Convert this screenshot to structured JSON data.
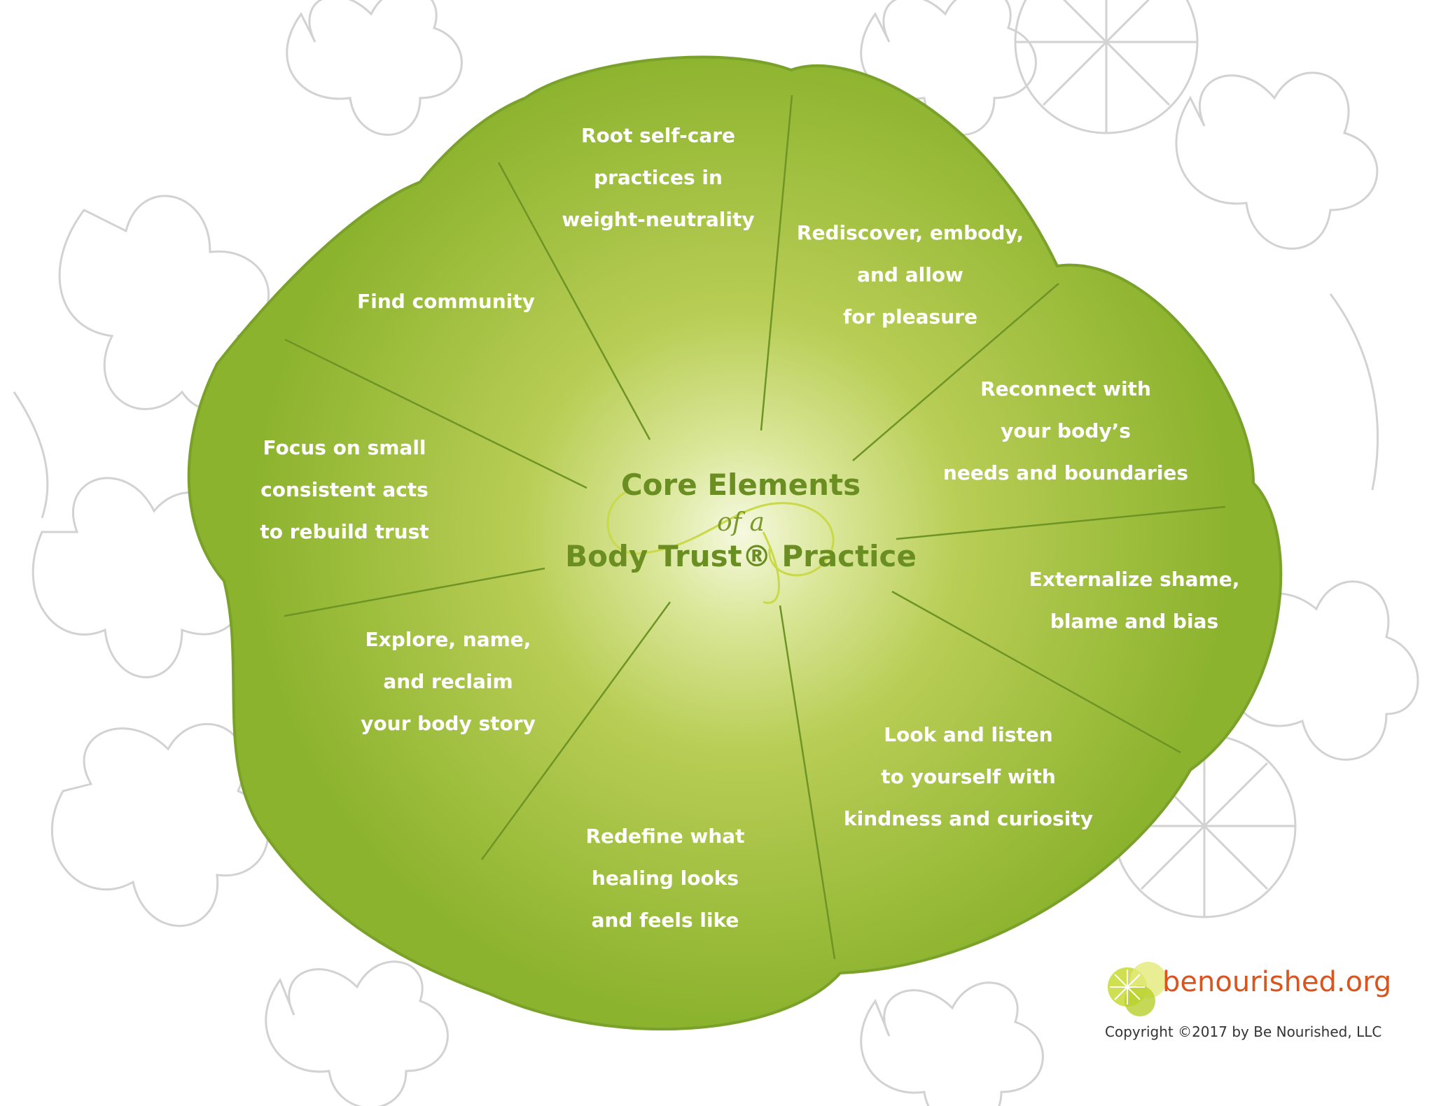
{
  "title": {
    "line1": "Core Elements",
    "line2": "of a",
    "line3": "Body Trust® Practice"
  },
  "segments": [
    {
      "id": "root",
      "lines": [
        "Root self-care",
        "practices in",
        "weight-neutrality"
      ]
    },
    {
      "id": "rediscover",
      "lines": [
        "Rediscover, embody,",
        "and allow",
        "for pleasure"
      ]
    },
    {
      "id": "reconnect",
      "lines": [
        "Reconnect with",
        "your body’s",
        "needs and boundaries"
      ]
    },
    {
      "id": "externalize",
      "lines": [
        "Externalize shame,",
        "blame and bias"
      ]
    },
    {
      "id": "look-listen",
      "lines": [
        "Look and listen",
        "to yourself with",
        "kindness and curiosity"
      ]
    },
    {
      "id": "redefine",
      "lines": [
        "Redefine what",
        "healing looks",
        "and feels like"
      ]
    },
    {
      "id": "explore",
      "lines": [
        "Explore, name,",
        "and reclaim",
        "your body story"
      ]
    },
    {
      "id": "focus",
      "lines": [
        "Focus on small",
        "consistent acts",
        "to rebuild trust"
      ]
    },
    {
      "id": "community",
      "lines": [
        "Find community"
      ]
    }
  ],
  "brand": {
    "name": "benourished.org",
    "copyright": "Copyright ©2017 by Be Nourished, LLC"
  },
  "colors": {
    "petal_outer": "#8db42f",
    "petal_mid": "#b5cb52",
    "petal_center": "#f5f8dc",
    "divider": "#6e9426",
    "title": "#6b8e23",
    "brand_text": "#d9541f",
    "background_lines": "#d0d0d0"
  }
}
